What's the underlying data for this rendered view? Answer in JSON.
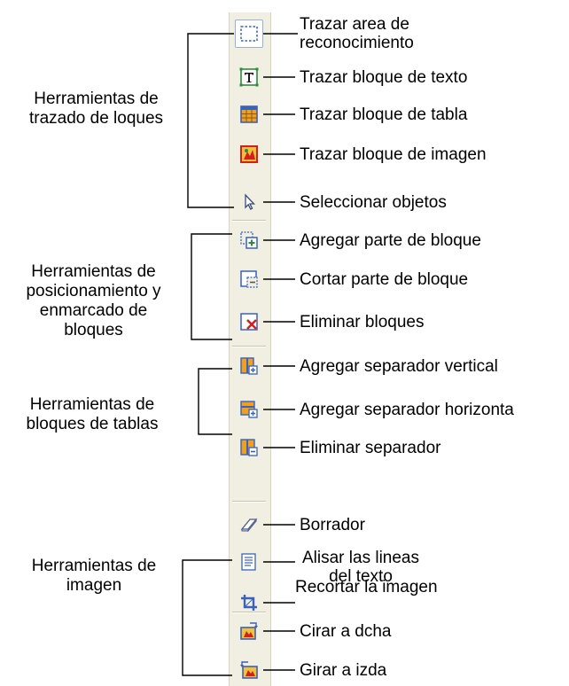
{
  "groups": [
    {
      "label": "Herramientas de\ntrazado de loques"
    },
    {
      "label": "Herramientas de\nposicionamiento y\nenmarcado de\nbloques"
    },
    {
      "label": "Herramientas de\nbloques de tablas"
    },
    {
      "label": "Herramientas de\nimagen"
    }
  ],
  "tools": [
    {
      "icon": "dashed-rectangle-icon",
      "label": "Trazar area de",
      "label2": "reconocimiento",
      "active": true
    },
    {
      "icon": "text-block-icon",
      "label": "Trazar bloque de texto"
    },
    {
      "icon": "table-block-icon",
      "label": "Trazar bloque de tabla"
    },
    {
      "icon": "image-block-icon",
      "label": "Trazar bloque de imagen"
    },
    {
      "icon": "pointer-arrow-icon",
      "label": "Seleccionar objetos"
    },
    {
      "icon": "add-block-part-icon",
      "label": "Agregar parte de bloque"
    },
    {
      "icon": "cut-block-part-icon",
      "label": "Cortar parte de bloque"
    },
    {
      "icon": "delete-blocks-icon",
      "label": "Eliminar bloques"
    },
    {
      "icon": "vertical-separator-icon",
      "label": "Agregar separador vertical"
    },
    {
      "icon": "horizontal-separator-icon",
      "label": "Agregar separador horizonta"
    },
    {
      "icon": "delete-separator-icon",
      "label": "Eliminar separador"
    },
    {
      "icon": "eraser-icon",
      "label": "Borrador"
    },
    {
      "icon": "straighten-lines-icon",
      "label": "Alisar las lineas",
      "label2": "del texto"
    },
    {
      "icon": "crop-icon",
      "label": "Recortar la imagen"
    },
    {
      "icon": "rotate-right-icon",
      "label": "Cirar a dcha"
    },
    {
      "icon": "rotate-left-icon",
      "label": "Girar a izda"
    }
  ],
  "colors": {
    "toolbar_bg": "#f1efe2",
    "active_border": "#9ab0d8",
    "icon_blue": "#3a62b8",
    "icon_green": "#2e8b3e",
    "icon_red": "#d22020",
    "icon_orange": "#f0a020"
  }
}
